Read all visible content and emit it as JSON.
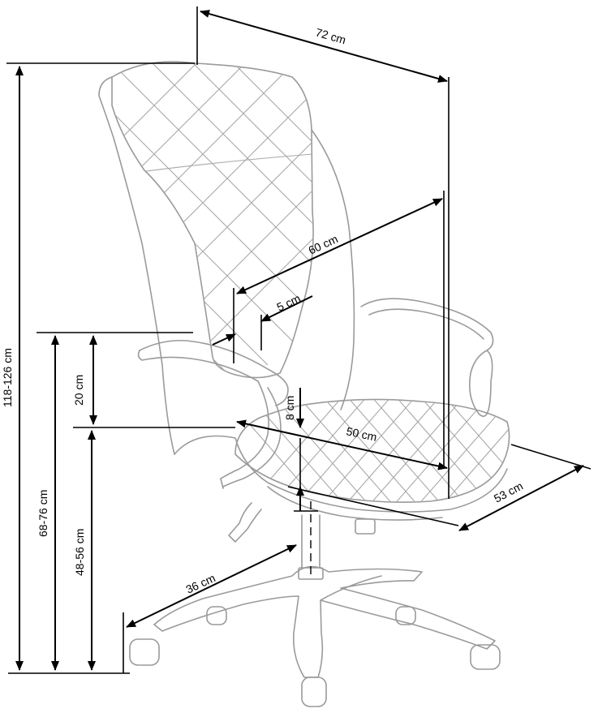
{
  "dimensions": {
    "width": "72 cm",
    "backrest_height": "60 cm",
    "backrest_thickness": "5 cm",
    "armrest_height": "20 cm",
    "seat_depth": "50 cm",
    "seat_width": "53 cm",
    "height_adjustment": "8 cm",
    "total_height": "118-126 cm",
    "armrest_total_height": "68-76 cm",
    "seat_height": "48-56 cm",
    "base_radius": "36 cm"
  },
  "colors": {
    "outline": "#9a9a9a",
    "dimension_lines": "#000000",
    "background": "#ffffff"
  },
  "icons": {
    "arrowheads": "dimension-arrow"
  }
}
